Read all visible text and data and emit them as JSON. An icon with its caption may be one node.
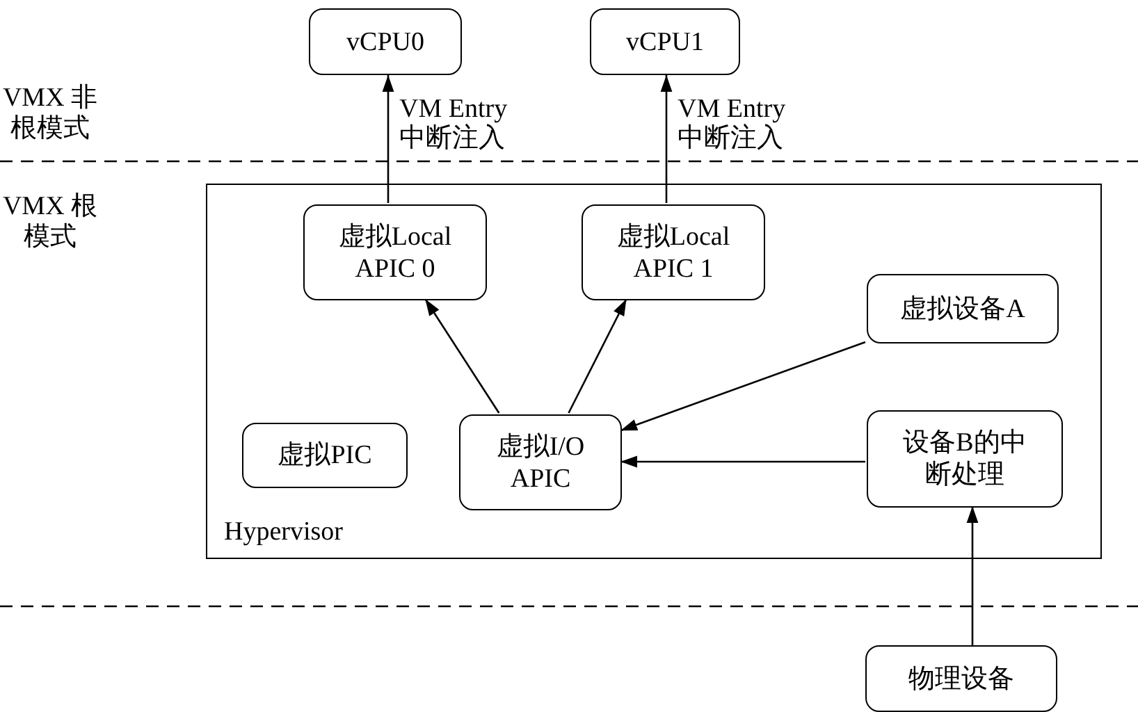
{
  "diagram": {
    "nodes": [
      {
        "text": [
          "vCPU0"
        ]
      },
      {
        "text": [
          "vCPU1"
        ]
      },
      {
        "text": [
          "Hypervisor"
        ]
      },
      {
        "text": [
          "虚拟Local APIC 0"
        ],
        "in": 2
      },
      {
        "text": [
          "虚拟Local APIC 1"
        ],
        "in": 2
      },
      {
        "text": [
          "虚拟设备A"
        ],
        "in": 2
      },
      {
        "text": [
          "虚拟PIC"
        ],
        "in": 2
      },
      {
        "text": [
          "虚拟I/O APIC"
        ],
        "in": 2
      },
      {
        "text": [
          "设备B的中断处理"
        ],
        "in": 2
      },
      {
        "text": [
          "物理设备"
        ]
      }
    ],
    "edges": [
      {
        "from": 3,
        "to": 0,
        "arrow": "to",
        "label": "VM Entry 中断注入"
      },
      {
        "from": 4,
        "to": 1,
        "arrow": "to",
        "label": "VM Entry 中断注入"
      },
      {
        "from": 7,
        "to": 3,
        "arrow": "to"
      },
      {
        "from": 7,
        "to": 4,
        "arrow": "to"
      },
      {
        "from": 5,
        "to": 7,
        "arrow": "to"
      },
      {
        "from": 8,
        "to": 7,
        "arrow": "to"
      },
      {
        "from": 9,
        "to": 8,
        "arrow": "to"
      }
    ],
    "labels": [
      "VMX 非根模式",
      "VMX 根模式"
    ]
  }
}
